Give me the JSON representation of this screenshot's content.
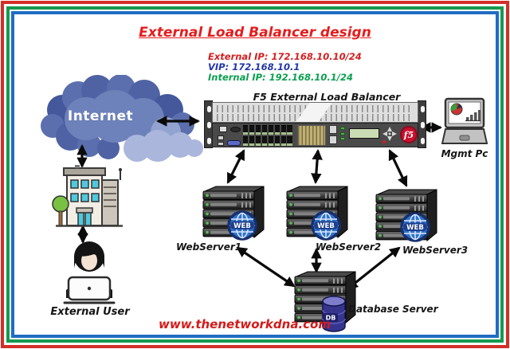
{
  "title": {
    "text": "External Load Balancer design",
    "color": "#e51c1c"
  },
  "ip_info": [
    {
      "text": "External IP: 172.168.10.10/24",
      "color": "#d32020"
    },
    {
      "text": "VIP: 172.168.10.1",
      "color": "#2336a8"
    },
    {
      "text": "Internal IP: 192.168.10.1/24",
      "color": "#0aa04f"
    }
  ],
  "nodes": {
    "internet": {
      "label": "Internet"
    },
    "load_balancer": {
      "label": "F5 External Load Balancer",
      "logo": "f5"
    },
    "mgmt_pc": {
      "label": "Mgmt Pc"
    },
    "webserver1": {
      "label": "WebServer1",
      "badge": "WEB"
    },
    "webserver2": {
      "label": "WebServer2",
      "badge": "WEB"
    },
    "webserver3": {
      "label": "WebServer3",
      "badge": "WEB"
    },
    "database": {
      "label": "Database Server",
      "badge": "DB"
    },
    "external_user": {
      "label": "External User"
    }
  },
  "footer": {
    "website": "www.thenetworkdna.com",
    "color": "#d41a1a"
  },
  "colors": {
    "frame_outer": "#d22f28",
    "frame_middle": "#17994e",
    "frame_inner": "#1f6dc2",
    "cloud_blue": "#5b6fae",
    "cloud_light": "#aab6dc",
    "f5_logo_red": "#c8102e",
    "web_badge_blue": "#2f72cc",
    "db_cylinder": "#35358e",
    "window_cyan": "#4ec9de",
    "tree_green": "#79c143"
  }
}
